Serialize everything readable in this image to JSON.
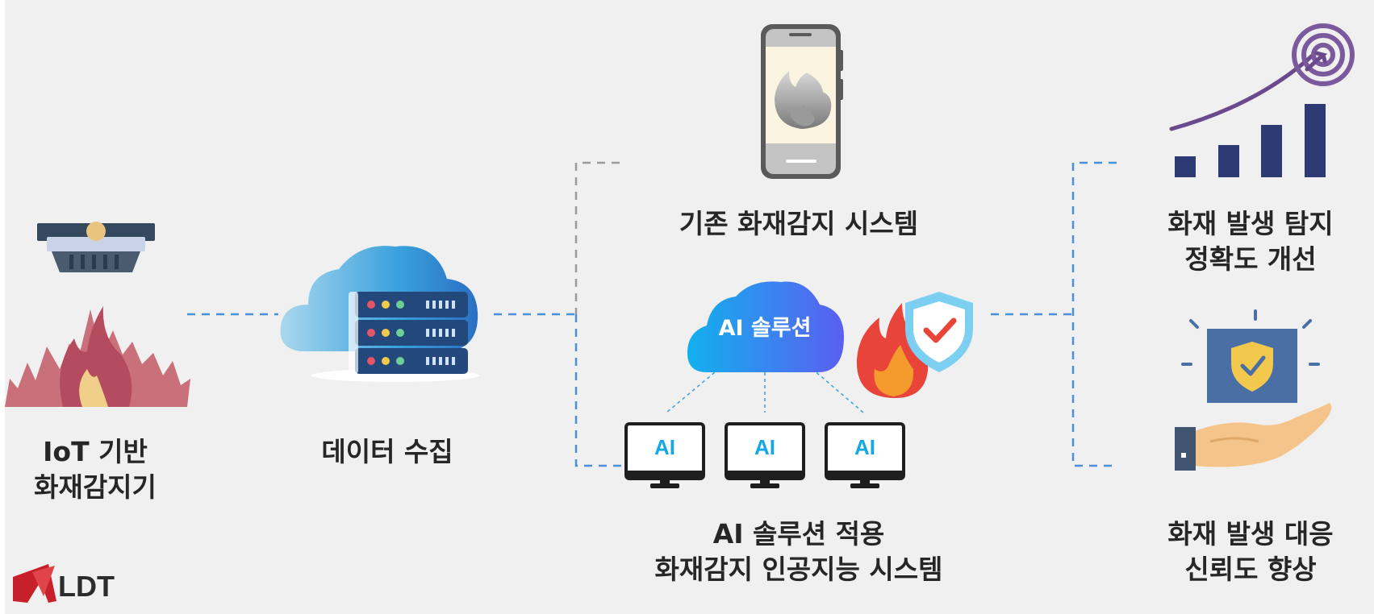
{
  "labels": {
    "iot_sensor": [
      "IoT 기반",
      "화재감지기"
    ],
    "data_collection": "데이터 수집",
    "legacy_system": "기존 화재감지 시스템",
    "ai_cloud": "AI 솔루션",
    "ai_system": [
      "AI 솔루션 적용",
      "화재감지 인공지능 시스템"
    ],
    "accuracy": [
      "화재 발생 탐지",
      "정확도 개선"
    ],
    "reliability": [
      "화재 발생 대응",
      "신뢰도 향상"
    ],
    "monitor_text": "AI",
    "logo_text": "LDT"
  },
  "colors": {
    "background": "#f0f0f0",
    "dashed_blue": "#4a90d9",
    "dashed_gray": "#9a9a9a",
    "bar_navy": "#2e3a73",
    "target_purple": "#6a4a8c",
    "logo_red": "#c8202a"
  },
  "icons": [
    "smoke-detector-icon",
    "fire-icon",
    "cloud-server-icon",
    "smartphone-icon",
    "ai-cloud-icon",
    "fire-shield-icon",
    "monitor-icon",
    "bar-chart-target-icon",
    "hand-shield-icon",
    "ldt-logo"
  ]
}
